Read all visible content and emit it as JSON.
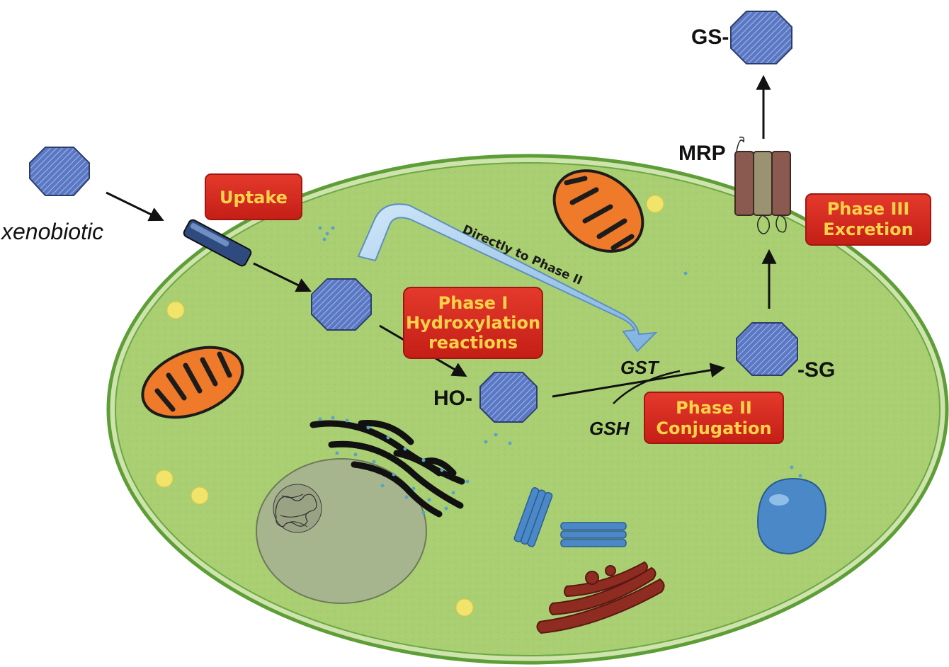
{
  "labels": {
    "xenobiotic": "xenobiotic",
    "uptake": "Uptake",
    "directly_to_phase2": "Directly to Phase II",
    "phase1_line1": "Phase I",
    "phase1_line2": "Hydroxylation",
    "phase1_line3": "reactions",
    "ho": "HO-",
    "gst": "GST",
    "gsh": "GSH",
    "sg": "-SG",
    "phase2_line1": "Phase II",
    "phase2_line2": "Conjugation",
    "mrp": "MRP",
    "phase3_line1": "Phase III",
    "phase3_line2": "Excretion",
    "gs": "GS-"
  },
  "colors": {
    "cell_fill": "#a9cf72",
    "cell_border": "#5e9e36",
    "label_box": "#d8261c",
    "label_text": "#ffd24a",
    "molecule": "#5a78c4",
    "curved_arrow": "#9cc6ea",
    "mitochondria": "#ee7a2a",
    "nucleus": "#a7b58f",
    "golgi": "#8e2c22",
    "vesicle": "#4a88c8"
  },
  "icons": [
    "xenobiotic-molecule-icon",
    "transporter-icon",
    "mitochondrion-icon",
    "nucleus-icon",
    "endoplasmic-reticulum-icon",
    "golgi-icon",
    "microtubule-icon",
    "vesicle-icon",
    "mrp-pump-icon"
  ]
}
